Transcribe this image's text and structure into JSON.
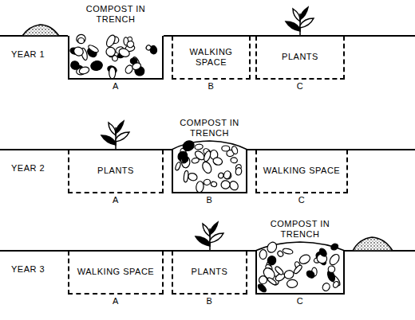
{
  "diagram": {
    "nodes": [
      {
        "text": [
          "COMPOST IN TRENCH",
          "A"
        ]
      },
      {
        "text": [
          "WALKING SPACE",
          "B"
        ]
      },
      {
        "text": [
          "PLANTS",
          "C"
        ]
      },
      {
        "text": [
          "PLANTS",
          "A"
        ]
      },
      {
        "text": [
          "COMPOST IN TRENCH",
          "B"
        ]
      },
      {
        "text": [
          "WALKING SPACE",
          "C"
        ]
      },
      {
        "text": [
          "WALKING SPACE",
          "A"
        ]
      },
      {
        "text": [
          "PLANTS",
          "B"
        ]
      },
      {
        "text": [
          "COMPOST IN TRENCH",
          "C"
        ]
      }
    ],
    "labels": [
      "YEAR 1",
      "YEAR 2",
      "YEAR 3"
    ]
  }
}
